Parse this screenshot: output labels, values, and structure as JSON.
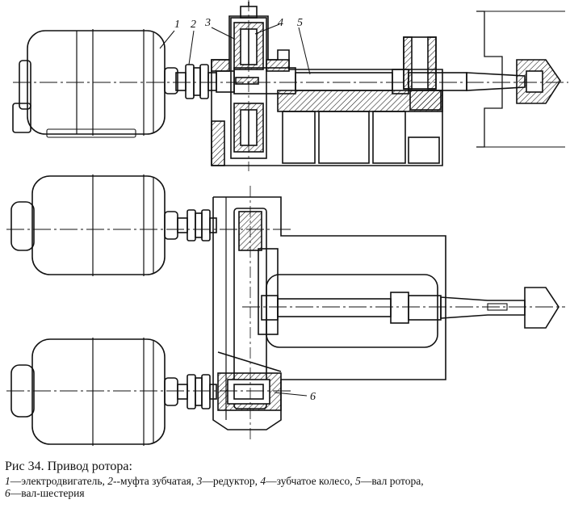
{
  "figure": {
    "callouts": {
      "motor": "1",
      "coupling": "2",
      "reducer": "3",
      "gear_wheel": "4",
      "rotor_shaft": "5",
      "pinion_shaft": "6"
    },
    "caption": {
      "title": "Рис  34. Привод ротора:",
      "legend": [
        {
          "num": "1",
          "text": "—электродвигатель, "
        },
        {
          "num": "2",
          "text": "--муфта зубчатая, "
        },
        {
          "num": "3",
          "text": "—редуктор, "
        },
        {
          "num": "4",
          "text": "—зубчатое колесо, "
        },
        {
          "num": "5",
          "text": "—вал ротора,"
        },
        {
          "num": "6",
          "text": "—вал-шестерия"
        }
      ]
    }
  }
}
